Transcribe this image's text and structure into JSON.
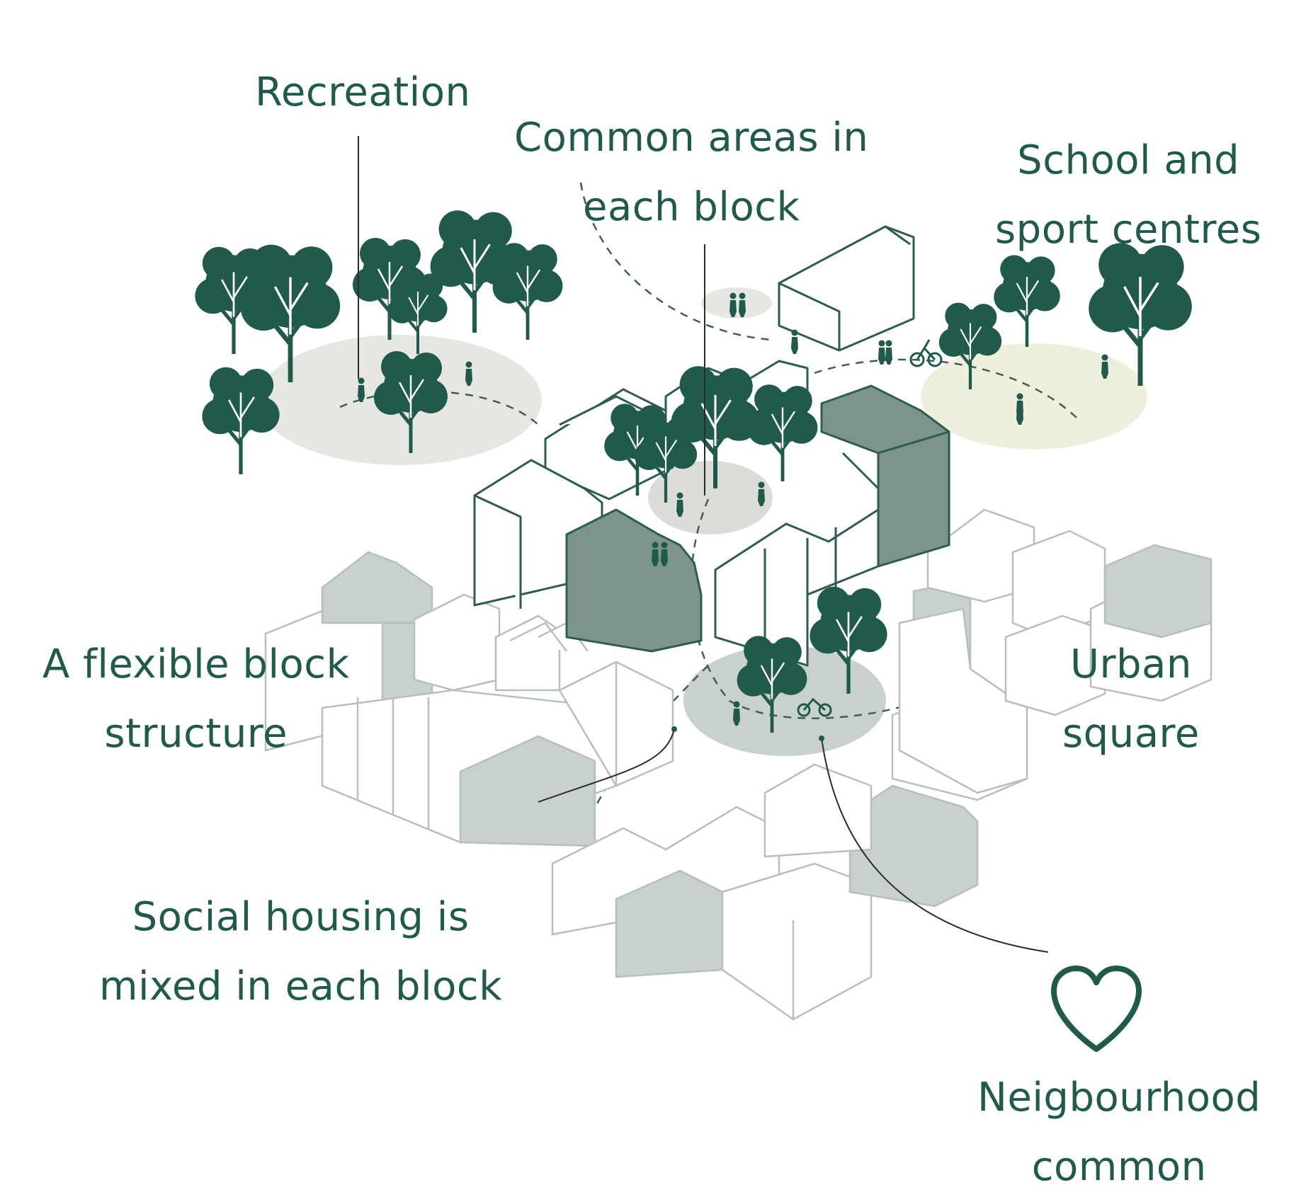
{
  "labels": {
    "recreation": [
      "Recreation"
    ],
    "common_areas": [
      "Common areas in",
      "each block"
    ],
    "school": [
      "School and",
      "sport centres"
    ],
    "flexible": [
      "A flexible block",
      "structure"
    ],
    "urban": [
      "Urban",
      "square"
    ],
    "social": [
      "Social housing is",
      "mixed in each block"
    ],
    "neighbourhood": [
      "Neigbourhood",
      "common"
    ]
  },
  "colors": {
    "ink": "#1f5a4a",
    "tree": "#1f5a4a",
    "building_line_dark": "#2c5d50",
    "building_line_light": "#b7bfbc",
    "fill_dark": "#7d948d",
    "fill_light": "#c9d1ce",
    "ground_grey": "#e6e6e2",
    "ground_yellow": "#eef0dc"
  },
  "icons": {
    "heart": "heart-icon",
    "tree": "tree-icon",
    "person": "person-icon",
    "bicycle": "bicycle-icon"
  }
}
